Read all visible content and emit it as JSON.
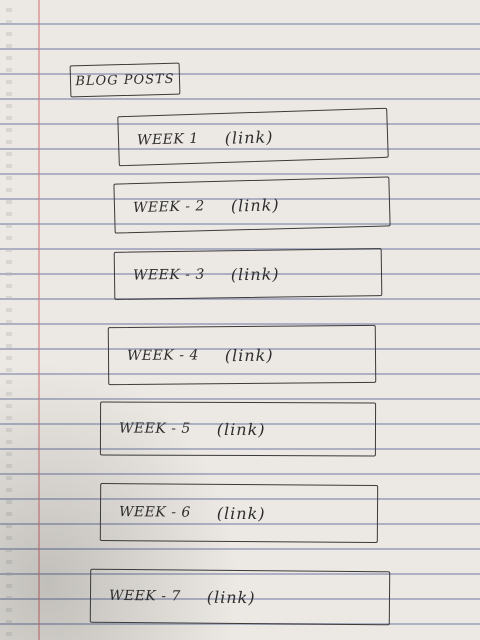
{
  "title": "BLOG POSTS",
  "posts": [
    {
      "label": "WEEK 1",
      "link": "(link)"
    },
    {
      "label": "WEEK - 2",
      "link": "(link)"
    },
    {
      "label": "WEEK - 3",
      "link": "(link)"
    },
    {
      "label": "WEEK - 4",
      "link": "(link)"
    },
    {
      "label": "WEEK - 5",
      "link": "(link)"
    },
    {
      "label": "WEEK - 6",
      "link": "(link)"
    },
    {
      "label": "WEEK - 7",
      "link": "(link)"
    }
  ]
}
